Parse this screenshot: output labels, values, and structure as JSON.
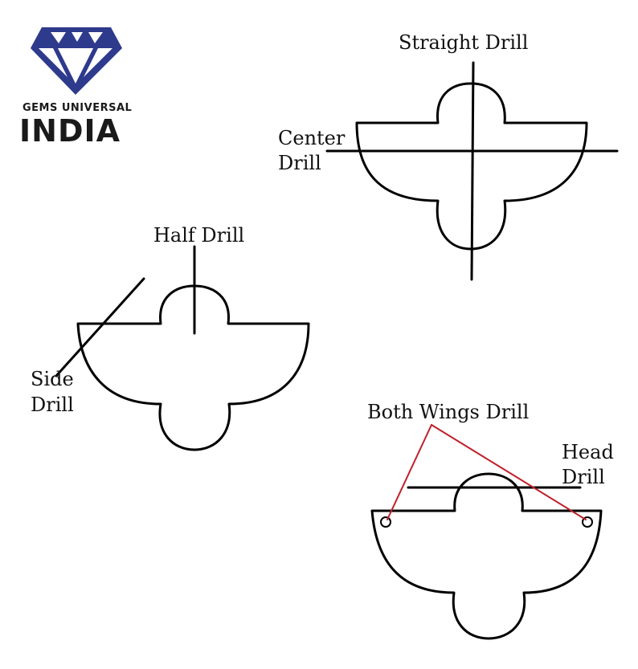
{
  "logo": {
    "line1": "GEMS UNIVERSAL",
    "line2": "INDIA",
    "icon": "diamond-icon",
    "color": "#2e3a8c"
  },
  "labels": {
    "straight": "Straight Drill",
    "center_1": "Center",
    "center_2": "Drill",
    "half": "Half Drill",
    "side_1": "Side",
    "side_2": "Drill",
    "both_wings": "Both Wings Drill",
    "head_1": "Head",
    "head_2": "Drill"
  },
  "colors": {
    "outline": "#000000",
    "pointer_red": "#c0202a"
  }
}
